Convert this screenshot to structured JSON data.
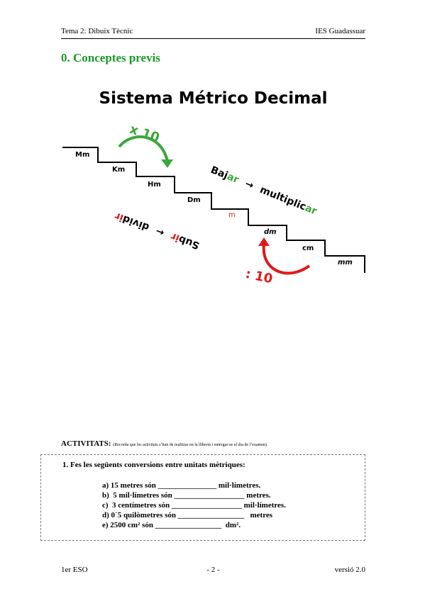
{
  "header": {
    "left": "Tema 2: Dibuix Tècnic",
    "right": "IES Guadassuar"
  },
  "section_title": "0. Conceptes previs",
  "figure": {
    "title": "Sistema Métrico Decimal",
    "units": [
      "Mm",
      "Km",
      "Hm",
      "Dm",
      "m",
      "dm",
      "cm",
      "mm"
    ],
    "multiply_label": "x 10",
    "divide_label": ": 10",
    "bajar": {
      "pre": "Baj",
      "suffix": "ar",
      "arrow": "→",
      "word_pre": "multiplic",
      "word_suffix": "ar"
    },
    "subir": {
      "pre": "Sub",
      "suffix": "ir",
      "arrow": "←",
      "word_pre": "divid",
      "word_suffix": "ir"
    },
    "colors": {
      "green": "#3aa83a",
      "red": "#e01a1a",
      "black": "#000000"
    }
  },
  "activities": {
    "label": "ACTIVITATS:",
    "note": "(Recorda que les activitats s’han de realitzar en la llibreta i entregar-se el dia de l’examen).",
    "question": "1.   Fes les següents conversions entre unitats mètriques:",
    "items": [
      "a) 15 metres són _______________ mil·límetres.",
      "b)  5 mil·límetres són __________________ metres.",
      "c)  3 centímetres són __________________ mil·límetres.",
      "d) 0´5 quilòmetres són _________________   metres",
      "e) 2500 cm² són _________________  dm²."
    ]
  },
  "footer": {
    "left": "1er ESO",
    "center": "- 2 -",
    "right": "versió 2.0"
  }
}
